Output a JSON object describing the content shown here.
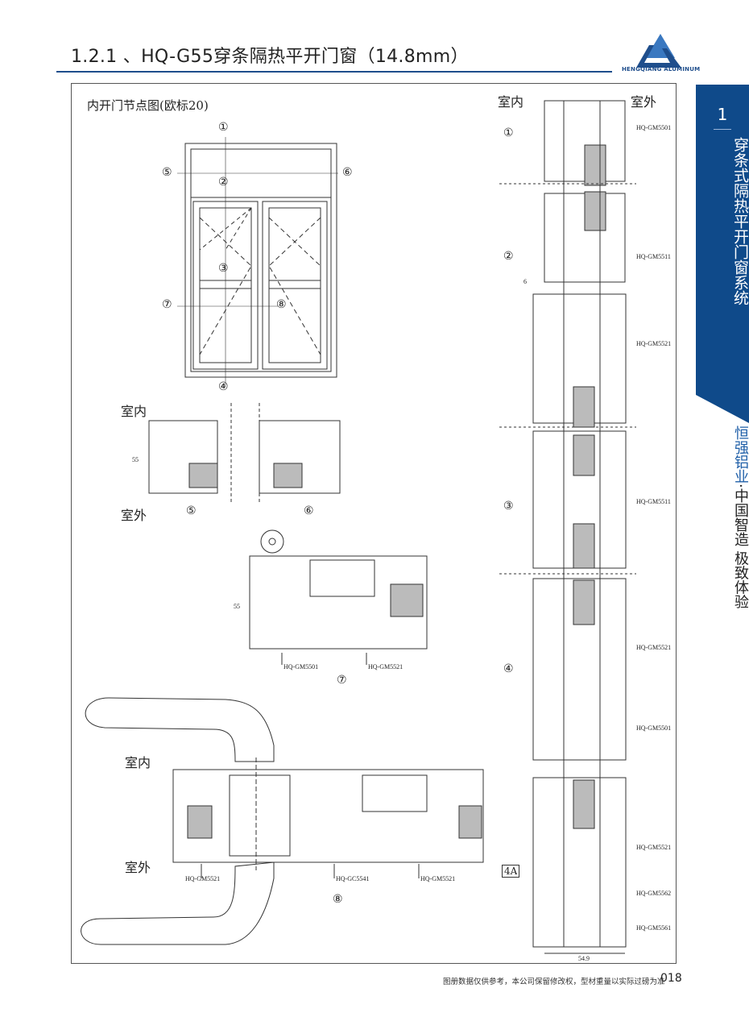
{
  "header": {
    "title": "1.2.1 、HQ-G55穿条隔热平开门窗（14.8mm）",
    "logo_text": "HENGQIANG ALUMINUM"
  },
  "sidebar": {
    "chapter_number": "1",
    "chapter_title": "穿条式隔热平开门窗系统",
    "slogan_brand": "恒强铝业",
    "slogan_sep": "·",
    "slogan_rest": "中国智造 极致体验"
  },
  "drawing": {
    "caption": "内开门节点图(欧标20)",
    "indoor": "室内",
    "outdoor": "室外",
    "elevation_markers": [
      "①",
      "②",
      "③",
      "④",
      "⑤",
      "⑥",
      "⑦",
      "⑧"
    ],
    "section_labels": [
      "①",
      "②",
      "③",
      "④",
      "4A",
      "⑤",
      "⑥",
      "⑦",
      "⑧"
    ],
    "profile_codes": {
      "gm5501": "HQ-GM5501",
      "gm5511": "HQ-GM5511",
      "gm5521": "HQ-GM5521",
      "gm5562": "HQ-GM5562",
      "gm5561": "HQ-GM5561",
      "gc5541": "HQ-GC5541"
    },
    "dimensions": {
      "width": "54.9",
      "d55": "55",
      "d6": "6"
    }
  },
  "footer": {
    "note": "图册数据仅供参考，本公司保留修改权，型材重量以实际过磅为准",
    "page": "018"
  },
  "colors": {
    "brand": "#1f4e8c",
    "sidebar": "#0f4a8a"
  }
}
